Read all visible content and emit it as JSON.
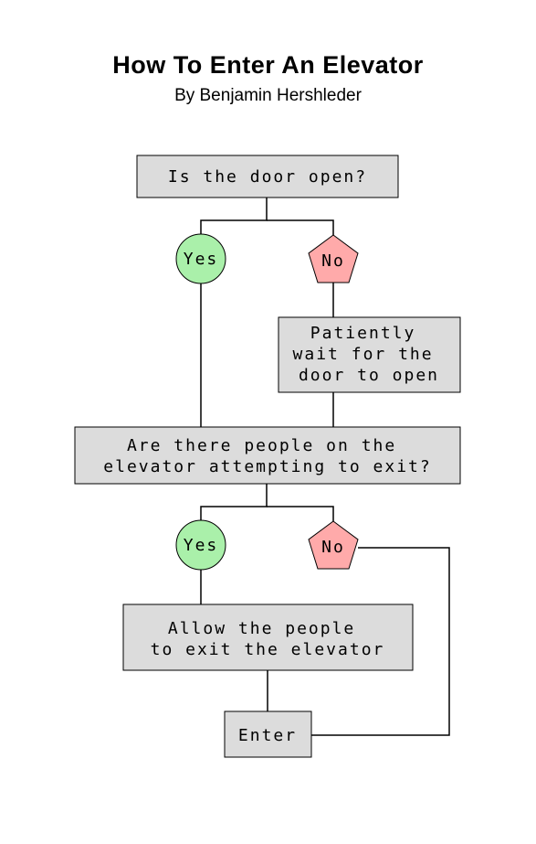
{
  "header": {
    "title": "How To Enter An Elevator",
    "author": "By Benjamin Hershleder"
  },
  "flowchart": {
    "q1": [
      "Is the door open?"
    ],
    "q1_yes": [
      "Yes"
    ],
    "q1_no": [
      "No"
    ],
    "wait": [
      "Patiently",
      "wait for the",
      "door to open"
    ],
    "q2": [
      "Are there people on the",
      "elevator attempting to exit?"
    ],
    "q2_yes": [
      "Yes"
    ],
    "q2_no": [
      "No"
    ],
    "allow": [
      "Allow the people",
      "to exit the elevator"
    ],
    "enter": [
      "Enter"
    ]
  },
  "colors": {
    "box_fill": "#dcdcdc",
    "yes_fill": "#aaf0aa",
    "no_fill": "#ffaaaa",
    "line": "#000000"
  }
}
